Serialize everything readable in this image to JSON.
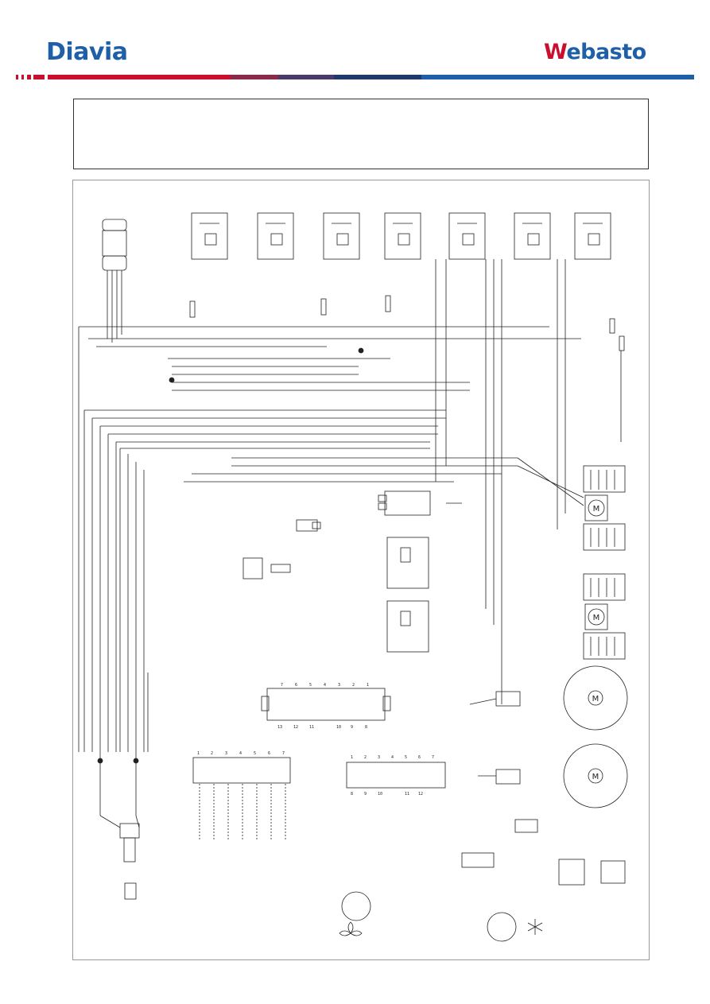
{
  "header": {
    "brand_left": "Diavia",
    "brand_right_prefix": "W",
    "brand_right_rest": "ebasto",
    "brand_color": "#1f5fa8",
    "accent_color": "#c8102e"
  },
  "connector_pins_top": [
    "7",
    "6",
    "5",
    "4",
    "3",
    "2",
    "1"
  ],
  "connector_pins_bottom": [
    "13",
    "12",
    "11",
    "10",
    "9",
    "8"
  ],
  "plug_a_pins": [
    "1",
    "2",
    "3",
    "4",
    "5",
    "6",
    "7"
  ],
  "plug_b_pins": [
    "1",
    "2",
    "3",
    "4",
    "5",
    "6",
    "7"
  ],
  "plug_b_pins_low": [
    "8",
    "9",
    "10",
    "11",
    "12"
  ],
  "motor_symbol": "M",
  "icons": [
    "fan-icon",
    "snowflake-icon",
    "motor-icon",
    "relay-icon"
  ]
}
